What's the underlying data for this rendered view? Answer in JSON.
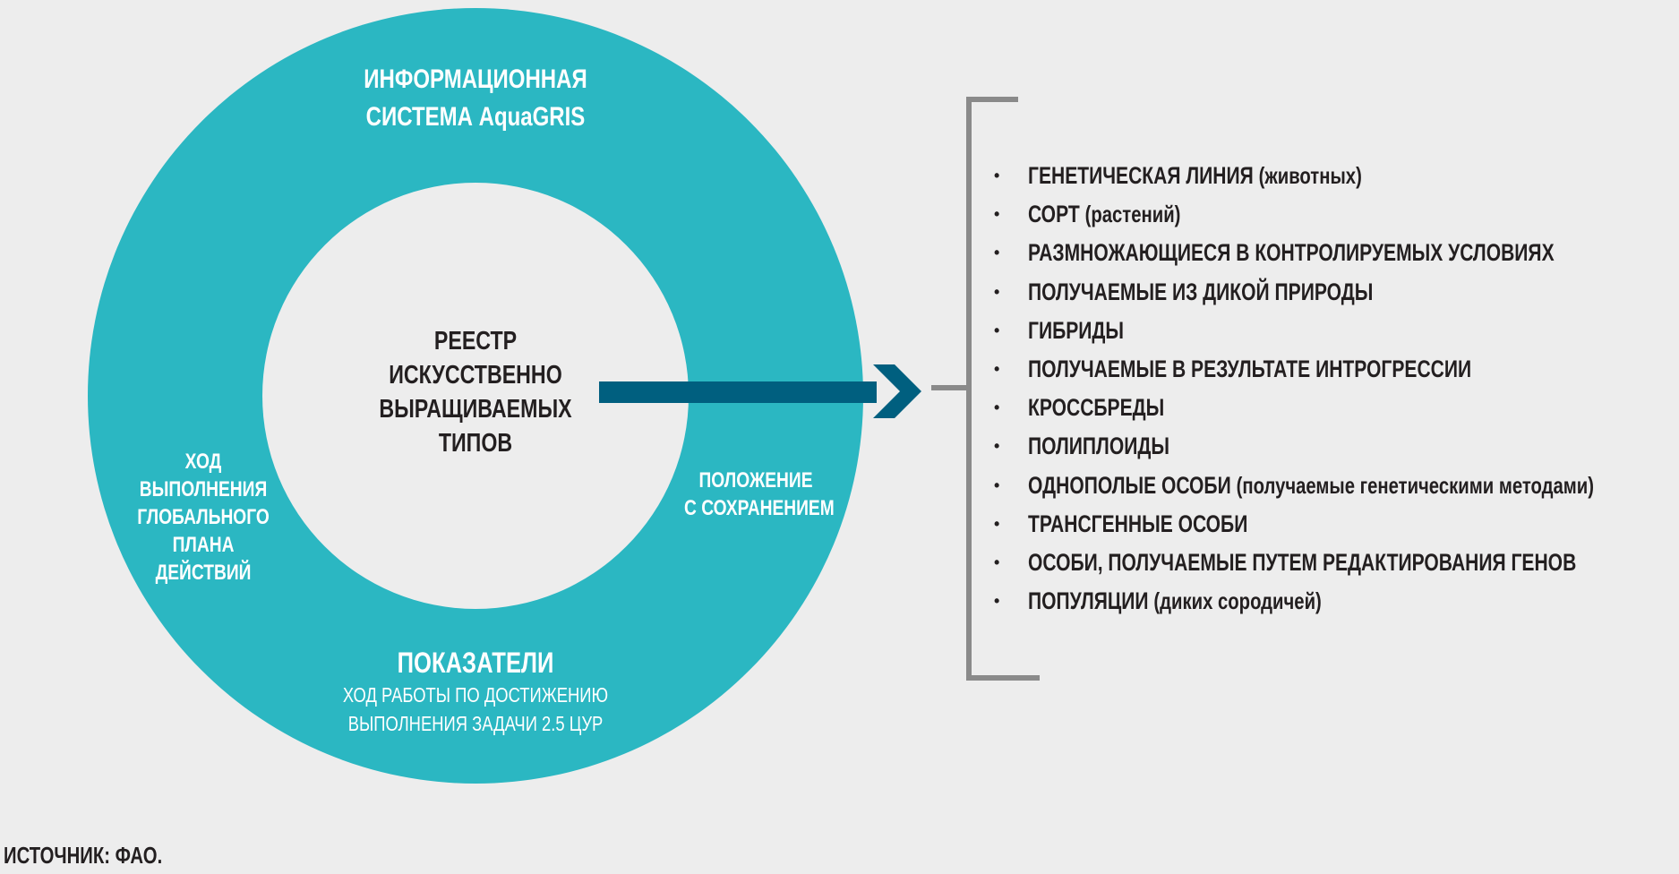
{
  "colors": {
    "ring": "#2bb7c2",
    "arrow": "#005f7f",
    "bracket": "#8a8a8a",
    "background": "#ededed",
    "text": "#231f20"
  },
  "ring": {
    "top_label": [
      "ИНФОРМАЦИОННАЯ",
      "СИСТЕМА AquaGRIS"
    ],
    "left_label": [
      "ХОД",
      "ВЫПОЛНЕНИЯ",
      "ГЛОБАЛЬНОГО",
      "ПЛАНА",
      "ДЕЙСТВИЙ"
    ],
    "right_label": [
      "ПОЛОЖЕНИЕ",
      "С СОХРАНЕНИЕМ"
    ],
    "bottom_title": "ПОКАЗАТЕЛИ",
    "bottom_sub": [
      "ХОД РАБОТЫ ПО ДОСТИЖЕНИЮ",
      "ВЫПОЛНЕНИЯ ЗАДАЧИ 2.5 ЦУР"
    ]
  },
  "center_label": [
    "РЕЕСТР",
    "ИСКУССТВЕННО",
    "ВЫРАЩИВАЕМЫХ",
    "ТИПОВ"
  ],
  "list": [
    {
      "main": "ГЕНЕТИЧЕСКАЯ ЛИНИЯ",
      "note": "(животных)"
    },
    {
      "main": "СОРТ",
      "note": "(растений)"
    },
    {
      "main": "РАЗМНОЖАЮЩИЕСЯ В КОНТРОЛИРУЕМЫХ УСЛОВИЯХ",
      "note": ""
    },
    {
      "main": "ПОЛУЧАЕМЫЕ ИЗ ДИКОЙ ПРИРОДЫ",
      "note": ""
    },
    {
      "main": "ГИБРИДЫ",
      "note": ""
    },
    {
      "main": "ПОЛУЧАЕМЫЕ В РЕЗУЛЬТАТЕ ИНТРОГРЕССИИ",
      "note": ""
    },
    {
      "main": "КРОССБРЕДЫ",
      "note": ""
    },
    {
      "main": "ПОЛИПЛОИДЫ",
      "note": ""
    },
    {
      "main": "ОДНОПОЛЫЕ ОСОБИ",
      "note": "(получаемые генетическими методами)"
    },
    {
      "main": "ТРАНСГЕННЫЕ ОСОБИ",
      "note": ""
    },
    {
      "main": "ОСОБИ, ПОЛУЧАЕМЫЕ ПУТЕМ РЕДАКТИРОВАНИЯ ГЕНОВ",
      "note": ""
    },
    {
      "main": "ПОПУЛЯЦИИ",
      "note": "(диких сородичей)"
    }
  ],
  "bullet": "•",
  "source": "ИСТОЧНИК: ФАО."
}
